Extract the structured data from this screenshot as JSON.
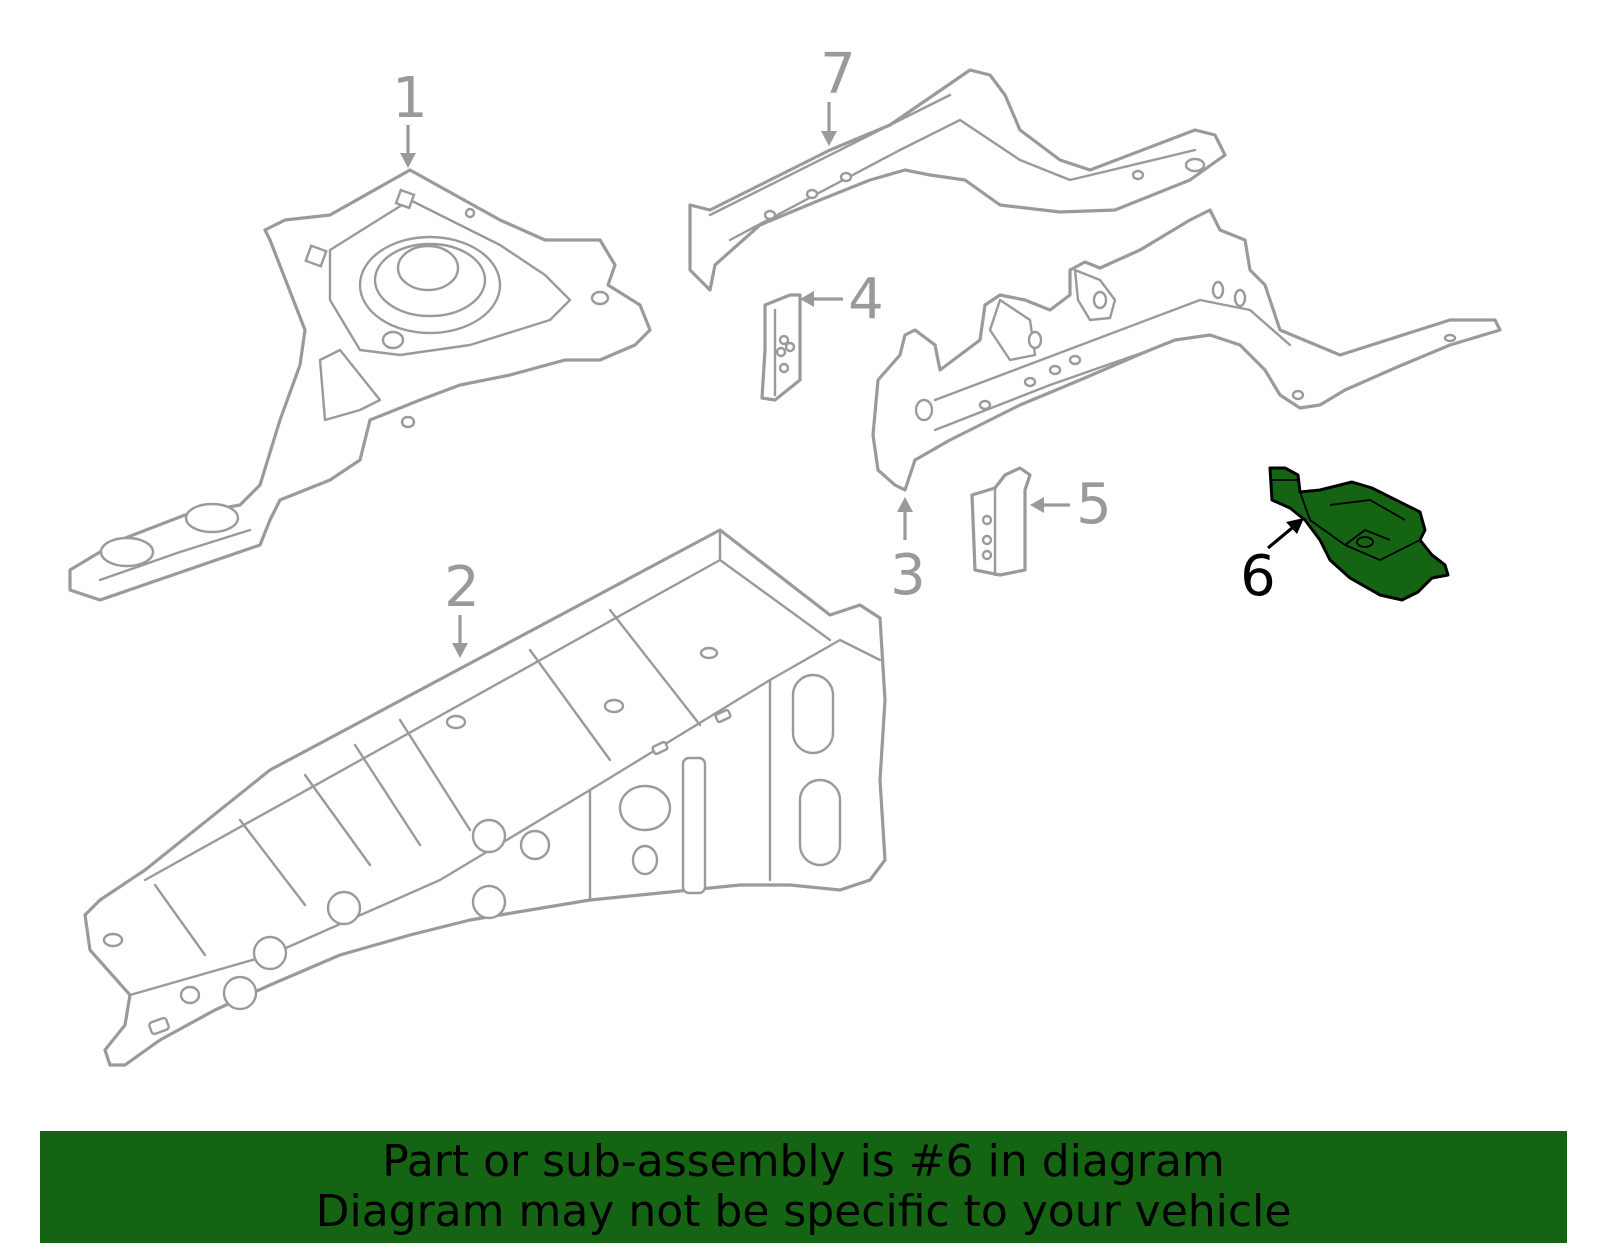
{
  "callouts": {
    "c1": "1",
    "c2": "2",
    "c3": "3",
    "c4": "4",
    "c5": "5",
    "c6": "6",
    "c7": "7"
  },
  "highlight": {
    "part_number": "6",
    "fill_color": "#146414",
    "outline_color": "#000000"
  },
  "colors": {
    "line_art": "#9a9a9a",
    "banner_background": "#146414",
    "banner_text": "#000000"
  },
  "banner": {
    "line1": "Part or sub-assembly is #6 in diagram",
    "line2": "Diagram may not be specific to your vehicle"
  }
}
